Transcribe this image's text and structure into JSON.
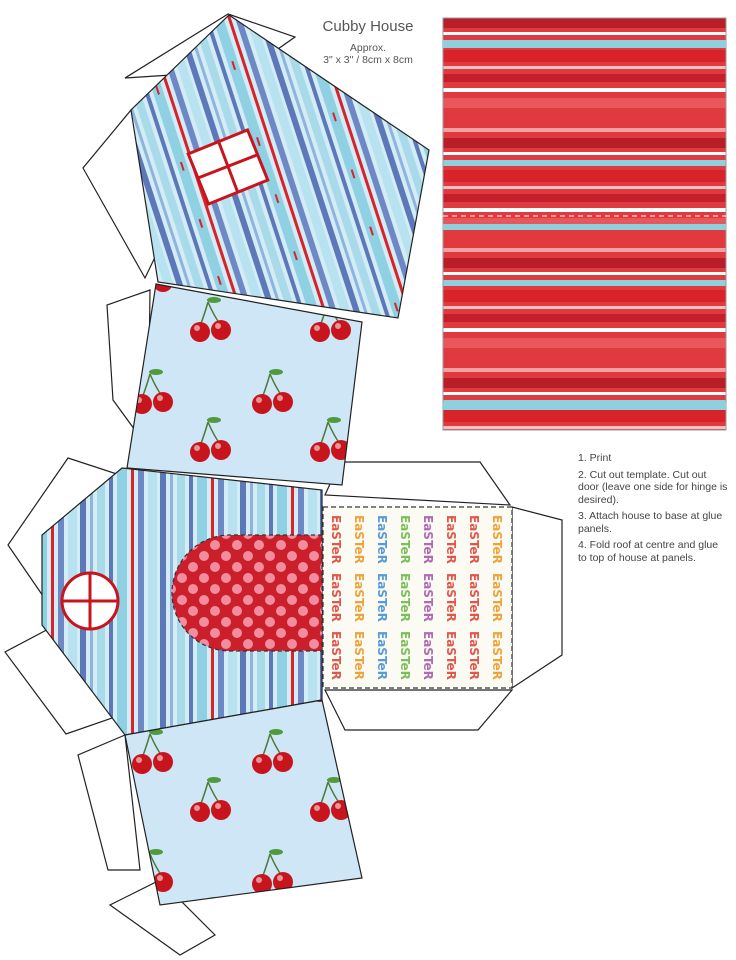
{
  "header": {
    "title": "Cubby House",
    "subtitle_line1": "Approx.",
    "subtitle_line2": "3\" x 3\" / 8cm x 8cm"
  },
  "instructions": [
    "1. Print",
    "2. Cut out template. Cut out door (leave one side for hinge is desired).",
    "3. Attach house to base at glue panels.",
    "4. Fold roof at centre and glue to top of house at panels."
  ],
  "colors": {
    "outline": "#222222",
    "cherry_bg": "#cfe6f7",
    "cherry_red": "#c8141c",
    "stripe_light": "#d3ecf6",
    "stripe_blue": "#5d78b8",
    "stripe_teal": "#8fd0e2",
    "stripe_red": "#d8232a",
    "roof_red": "#e03a3f",
    "roof_dark": "#b81e28",
    "door_red": "#cc1f2c",
    "door_dot": "#f28da0"
  },
  "base_pattern_word": "EaSTeR"
}
